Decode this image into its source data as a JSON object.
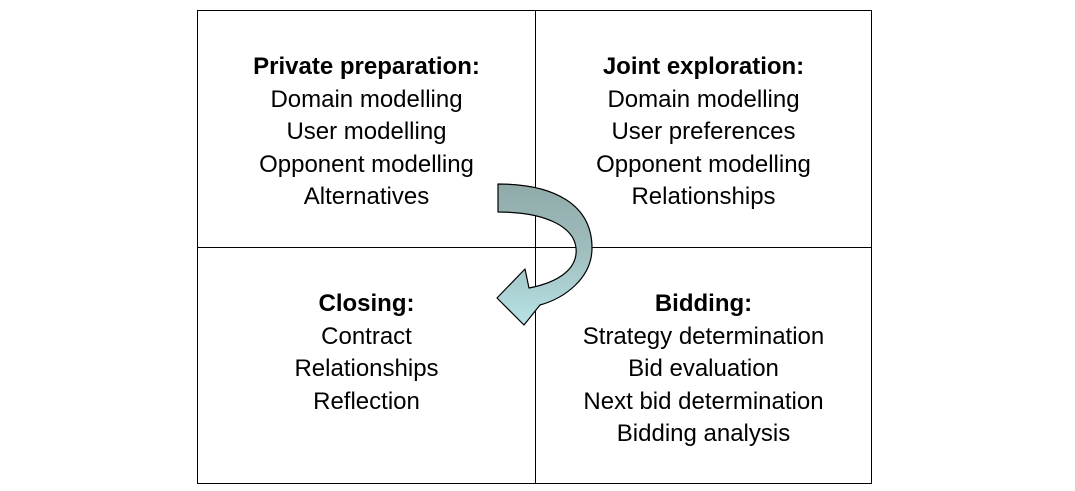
{
  "quadrants": {
    "top_left": {
      "title": "Private preparation:",
      "items": [
        "Domain modelling",
        "User modelling",
        "Opponent modelling",
        "Alternatives"
      ]
    },
    "top_right": {
      "title": "Joint exploration:",
      "items": [
        "Domain modelling",
        "User preferences",
        "Opponent modelling",
        "Relationships"
      ]
    },
    "bottom_left": {
      "title": "Closing:",
      "items": [
        "Contract",
        "Relationships",
        "Reflection"
      ]
    },
    "bottom_right": {
      "title": "Bidding:",
      "items": [
        "Strategy determination",
        "Bid evaluation",
        "Next bid determination",
        "Bidding analysis"
      ]
    }
  },
  "arrow": {
    "dark_color": "#8faaa9",
    "light_color": "#b7e3e6",
    "stroke_color": "#000000"
  }
}
